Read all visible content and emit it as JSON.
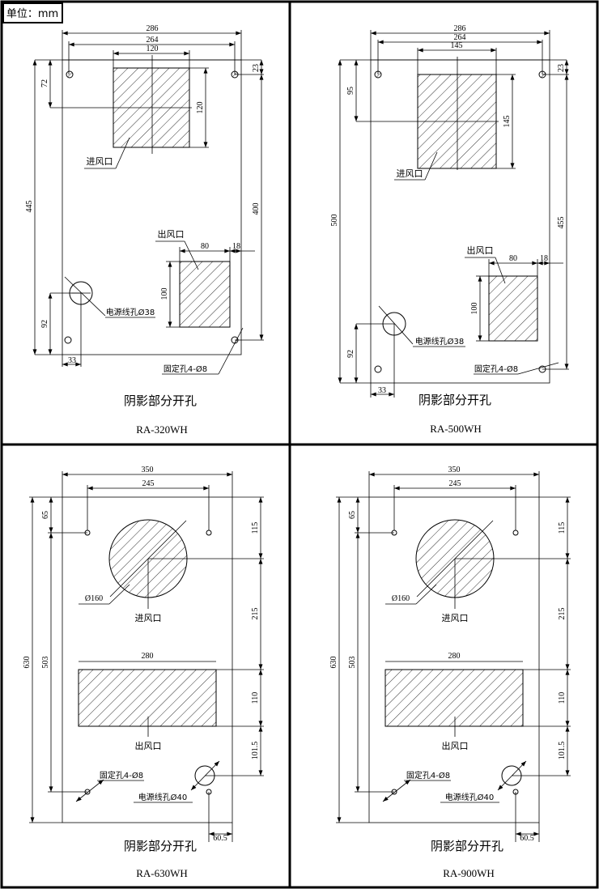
{
  "unit_label": "单位：mm",
  "panels": [
    {
      "model": "RA-320WH",
      "caption": "阴影部分开孔",
      "inlet_label": "进风口",
      "outlet_label": "出风口",
      "power_hole_label": "电源线孔Ø38",
      "mount_hole_label": "固定孔4-Ø8",
      "dimensions": {
        "overall_width": "286",
        "hole_spacing": "264",
        "inlet_width": "120",
        "inlet_height": "120",
        "inlet_center_from_top": "72",
        "hole_from_top": "23",
        "overall_height": "445",
        "hole_vertical_spacing": "400",
        "outlet_width": "80",
        "outlet_margin": "18",
        "outlet_height": "100",
        "power_hole_height": "92",
        "power_hole_offset": "33"
      }
    },
    {
      "model": "RA-500WH",
      "caption": "阴影部分开孔",
      "inlet_label": "进风口",
      "outlet_label": "出风口",
      "power_hole_label": "电源线孔Ø38",
      "mount_hole_label": "固定孔4-Ø8",
      "dimensions": {
        "overall_width": "286",
        "hole_spacing": "264",
        "inlet_width": "145",
        "inlet_height": "145",
        "inlet_center_from_top": "95",
        "hole_from_top": "23",
        "overall_height": "500",
        "hole_vertical_spacing": "455",
        "outlet_width": "80",
        "outlet_margin": "18",
        "outlet_height": "100",
        "power_hole_height": "92",
        "power_hole_offset": "33"
      }
    },
    {
      "model": "RA-630WH",
      "caption": "阴影部分开孔",
      "inlet_label": "进风口",
      "outlet_label": "出风口",
      "power_hole_label": "电源线孔Ø40",
      "mount_hole_label": "固定孔4-Ø8",
      "dimensions": {
        "overall_width": "350",
        "hole_spacing": "245",
        "hole_from_top": "65",
        "overall_height": "630",
        "hole_vertical_spacing": "503",
        "inlet_diameter": "Ø160",
        "top_to_inlet_center": "115",
        "inlet_to_outlet": "215",
        "outlet_height": "110",
        "outlet_to_power_hole": "101.5",
        "outlet_width": "280",
        "power_hole_offset": "60.5"
      }
    },
    {
      "model": "RA-900WH",
      "caption": "阴影部分开孔",
      "inlet_label": "进风口",
      "outlet_label": "出风口",
      "power_hole_label": "电源线孔Ø40",
      "mount_hole_label": "固定孔4-Ø8",
      "dimensions": {
        "overall_width": "350",
        "hole_spacing": "245",
        "hole_from_top": "65",
        "overall_height": "630",
        "hole_vertical_spacing": "503",
        "inlet_diameter": "Ø160",
        "top_to_inlet_center": "115",
        "inlet_to_outlet": "215",
        "outlet_height": "110",
        "outlet_to_power_hole": "101.5",
        "outlet_width": "280",
        "power_hole_offset": "60.5"
      }
    }
  ]
}
